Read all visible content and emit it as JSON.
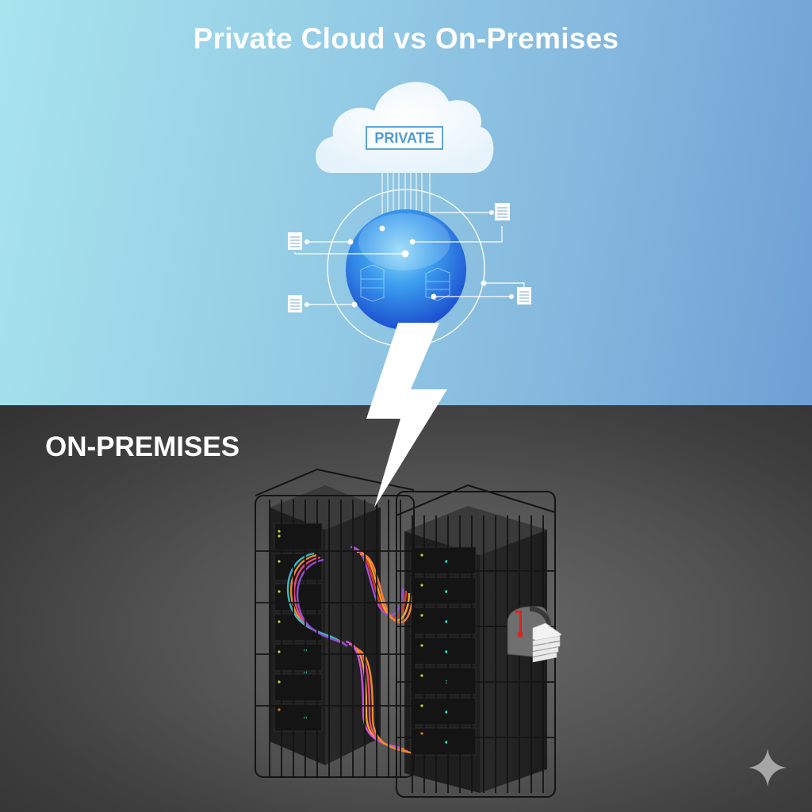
{
  "header": {
    "title": "Private Cloud vs On-Premises"
  },
  "private_cloud": {
    "badge_label": "PRIVATE",
    "icons": [
      "cloud-icon",
      "globe-sphere-icon",
      "server-icon",
      "server-icon",
      "document-icon",
      "document-icon",
      "document-icon",
      "document-icon"
    ],
    "colors": {
      "sky_start": "#a8e4ee",
      "sky_end": "#6f9fd4",
      "sphere": "#2f7fe6",
      "badge": "#4f9bd8"
    }
  },
  "on_premises": {
    "label": "ON-PREMISES",
    "icons": [
      "server-rack-icon",
      "server-rack-icon",
      "cage-icon",
      "cables-icon",
      "mailbox-icon",
      "lightning-bolt-icon"
    ],
    "colors": {
      "background": "#4a4a4a",
      "mailbox_flag": "#e02020"
    }
  },
  "watermark": {
    "icon": "sparkle-icon"
  }
}
